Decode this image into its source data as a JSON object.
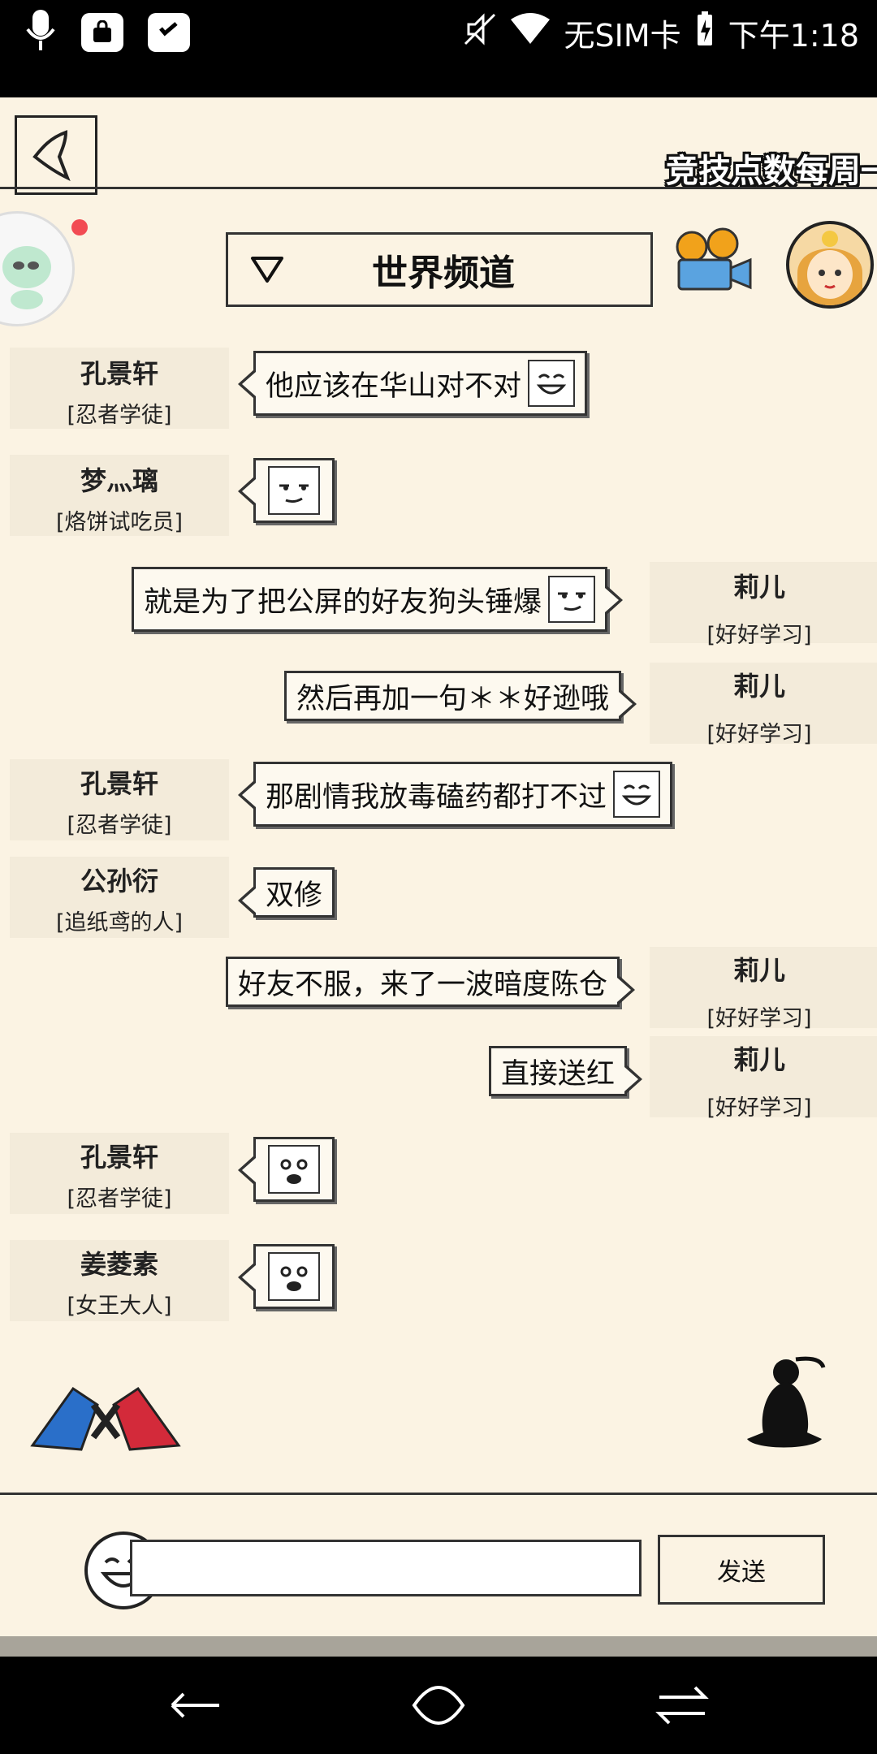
{
  "status_bar": {
    "carrier": "无SIM卡",
    "time": "下午1:18"
  },
  "header": {
    "notice_text": "竞技点数每周一",
    "channel_title": "世界频道"
  },
  "messages": [
    {
      "side": "left",
      "name": "孔景轩",
      "title": "[忍者学徒]",
      "text": "他应该在华山对不对",
      "emoji": "laughing-face-sticker"
    },
    {
      "side": "left",
      "name": "梦灬璃",
      "title": "[烙饼试吃员]",
      "text": "",
      "emoji": "smug-face-sticker"
    },
    {
      "side": "right",
      "name": "莉儿",
      "title": "[好好学习]",
      "text": "就是为了把公屏的好友狗头锤爆",
      "emoji": "smug-face-sticker"
    },
    {
      "side": "right",
      "name": "莉儿",
      "title": "[好好学习]",
      "text": "然后再加一句＊＊好逊哦",
      "emoji": ""
    },
    {
      "side": "left",
      "name": "孔景轩",
      "title": "[忍者学徒]",
      "text": "那剧情我放毒磕药都打不过",
      "emoji": "laughing-face-sticker"
    },
    {
      "side": "left",
      "name": "公孙衍",
      "title": "[追纸鸢的人]",
      "text": "双修",
      "emoji": ""
    },
    {
      "side": "right",
      "name": "莉儿",
      "title": "[好好学习]",
      "text": "好友不服，来了一波暗度陈仓",
      "emoji": ""
    },
    {
      "side": "right",
      "name": "莉儿",
      "title": "[好好学习]",
      "text": "直接送红",
      "emoji": ""
    },
    {
      "side": "left",
      "name": "孔景轩",
      "title": "[忍者学徒]",
      "text": "",
      "emoji": "surprised-face-sticker"
    },
    {
      "side": "left",
      "name": "姜菱素",
      "title": "[女王大人]",
      "text": "",
      "emoji": "surprised-face-sticker"
    }
  ],
  "composer": {
    "input_value": "",
    "send_label": "发送"
  },
  "colors": {
    "background": "#fbf3e3",
    "ink": "#111111",
    "notification_dot": "#f24b53"
  }
}
